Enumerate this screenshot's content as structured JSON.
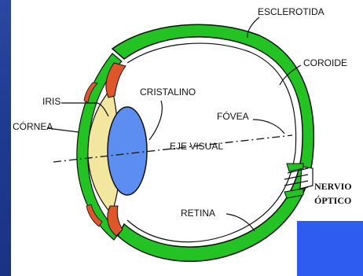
{
  "labels": {
    "esclerotida": "ESCLEROTIDA",
    "coroide": "COROIDE",
    "iris": "IRIS",
    "cristalino": "CRISTALINO",
    "cornea": "CÓRNEA",
    "fovea": "FÓVEA",
    "eje_visual": "EJE VISUAL",
    "nervio": "NERVIO",
    "optico": "ÓPTICO",
    "retina": "RETINA"
  },
  "colors": {
    "slide_background": "#1f3a92",
    "accent_square": "#2f5cf0",
    "sclera_green": "#22c322",
    "cornea_yellow": "#f3e7a0",
    "lens_blue": "#5b8ef0",
    "iris_orange": "#e0562b"
  }
}
